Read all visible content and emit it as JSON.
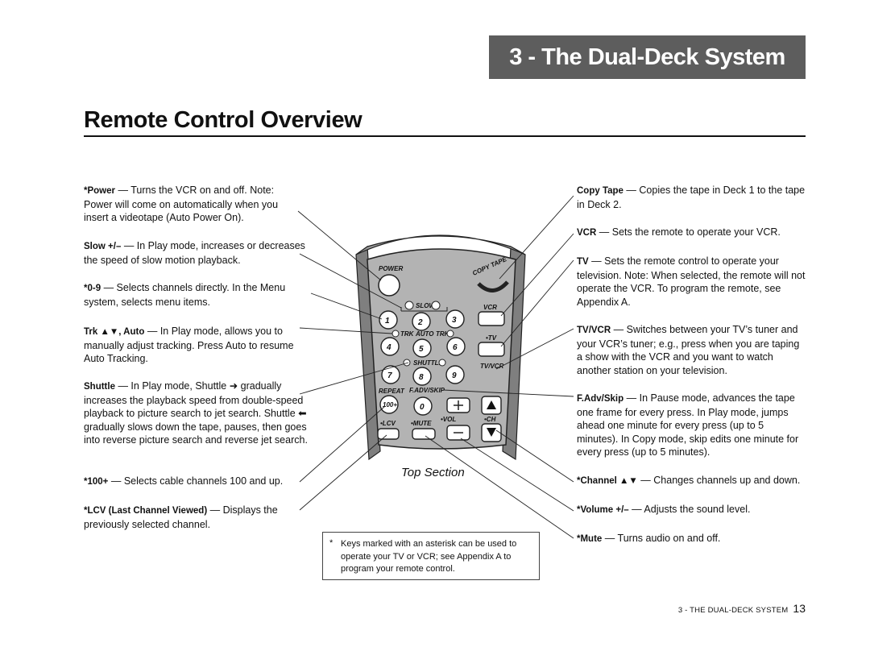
{
  "chapter_tab": "3 - The Dual-Deck System",
  "section_title": "Remote Control Overview",
  "left": [
    {
      "label": "*Power",
      "desc": " — Turns the VCR on and off. Note: Power will come on automatically when you insert a videotape (Auto Power On)."
    },
    {
      "label": "Slow +/–",
      "desc": " — In Play mode, increases or decreases the speed of slow motion playback."
    },
    {
      "label": "*0-9",
      "desc": " — Selects channels directly. In the Menu system, selects menu items."
    },
    {
      "label": "Trk ▲▼, Auto",
      "desc": " — In Play mode, allows you to manually adjust tracking. Press Auto to resume Auto Tracking."
    },
    {
      "label": "Shuttle",
      "desc": " — In Play mode, Shuttle ➜ gradually increases the playback speed from double-speed playback to picture search to jet search. Shuttle ⬅ gradually slows down the tape, pauses, then goes into reverse picture search and reverse jet search."
    },
    {
      "label": "*100+",
      "desc": " — Selects cable channels 100 and up."
    },
    {
      "label": "*LCV (Last Channel Viewed)",
      "desc": " — Displays the previously selected channel."
    }
  ],
  "right": [
    {
      "label": "Copy Tape",
      "desc": " — Copies the tape in Deck 1 to the tape in Deck 2."
    },
    {
      "label": "VCR",
      "desc": " — Sets the remote to operate your VCR."
    },
    {
      "label": "TV",
      "desc": " — Sets the remote control to operate your television. Note: When selected, the remote will not operate the VCR. To program the remote, see Appendix A."
    },
    {
      "label": "TV/VCR",
      "desc": " — Switches between your TV’s tuner and your VCR’s tuner; e.g., press when you are taping a show with the VCR and you want to watch another station on your television."
    },
    {
      "label": "F.Adv/Skip",
      "desc": " — In Pause mode, advances the tape one frame for every press. In Play mode, jumps ahead one minute for every press (up to 5 minutes). In Copy mode, skip edits one minute for every press (up to 5 minutes)."
    },
    {
      "label": "*Channel ▲▼",
      "desc": " — Changes channels up and down."
    },
    {
      "label": "*Volume +/–",
      "desc": " — Adjusts the sound level."
    },
    {
      "label": "*Mute",
      "desc": " — Turns audio on and off."
    }
  ],
  "remote": {
    "power": "POWER",
    "copy_tape": "COPY TAPE",
    "slow": "SLOW",
    "vcr": "VCR",
    "digits": [
      "1",
      "2",
      "3",
      "4",
      "5",
      "6",
      "7",
      "8",
      "9",
      "0"
    ],
    "trk": "TRK",
    "auto": "AUTO",
    "tv": "•TV",
    "shuttle": "SHUTTLE",
    "tv_vcr": "TV/VCR",
    "repeat": "REPEAT",
    "fadv_skip": "F.ADV/SKIP",
    "hundred": "100+",
    "vol": "•VOL",
    "ch": "•CH",
    "lcv": "•LCV",
    "mute": "•MUTE"
  },
  "caption": "Top Section",
  "note": {
    "star": "*",
    "text": "Keys marked with an asterisk can be used to operate your TV or VCR; see Appendix A to program your remote control."
  },
  "footer": {
    "section": "3 - THE DUAL-DECK SYSTEM",
    "page": "13"
  }
}
